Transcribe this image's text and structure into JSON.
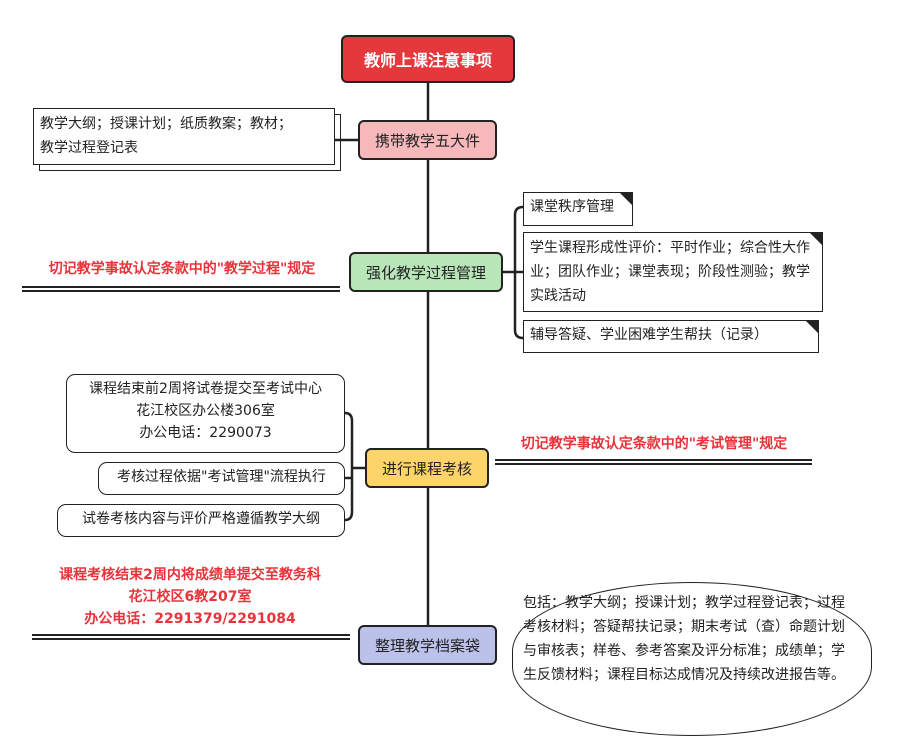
{
  "title": "教师上课注意事项",
  "nodes": [
    {
      "label": "携带教学五大件",
      "color": "#f6b8bb"
    },
    {
      "label": "强化教学过程管理",
      "color": "#b8e6b8"
    },
    {
      "label": "进行课程考核",
      "color": "#fdd46a"
    },
    {
      "label": "整理教学档案袋",
      "color": "#bcc1ea"
    }
  ],
  "node1_note": {
    "line1": "教学大纲；授课计划；纸质教案；教材；",
    "line2": "教学过程登记表"
  },
  "node2_notes": [
    "课堂秩序管理",
    "学生课程形成性评价：平时作业；综合性大作业；团队作业；课堂表现；阶段性测验；教学实践活动",
    "辅导答疑、学业困难学生帮扶（记录）"
  ],
  "node2_warning": "切记教学事故认定条款中的\"教学过程\"规定",
  "node3_notes": {
    "box1": [
      "课程结束前2周将试卷提交至考试中心",
      "花江校区办公楼306室",
      "办公电话：2290073"
    ],
    "box2": "考核过程依据\"考试管理\"流程执行",
    "box3": "试卷考核内容与评价严格遵循教学大纲"
  },
  "node3_warning": "切记教学事故认定条款中的\"考试管理\"规定",
  "node4_warning": [
    "课程考核结束2周内将成绩单提交至教务科",
    "花江校区6教207室",
    "办公电话：2291379/2291084"
  ],
  "node4_note": "包括：教学大纲；授课计划；教学过程登记表；过程考核材料；答疑帮扶记录；期末考试（查）命题计划与审核表；样卷、参考答案及评分标准；成绩单；学生反馈材料；课程目标达成情况及持续改进报告等。",
  "colors": {
    "title": "#e5383d",
    "warning": "#e8333a"
  }
}
